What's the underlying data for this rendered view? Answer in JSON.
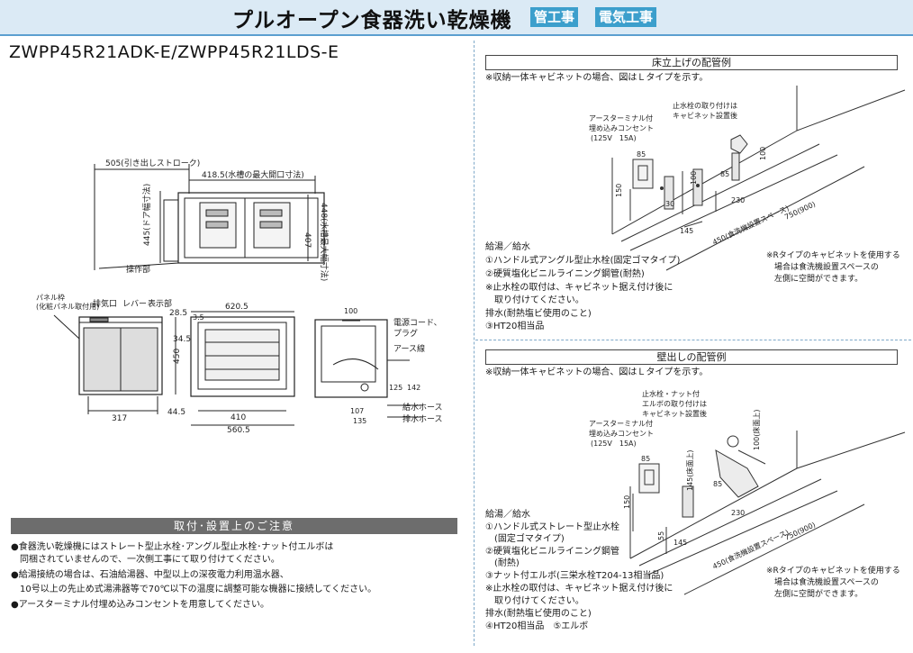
{
  "header": {
    "title": "プルオープン食器洗い乾燥機",
    "badge_plumbing": "管工事",
    "badge_electric": "電気工事"
  },
  "model": "ZWPP45R21ADK-E/ZWPP45R21LDS-E",
  "dimensions": {
    "stroke": "505(引き出しストローク)",
    "tank_opening": "418.5(水槽の最大開口寸法)",
    "door_width": "445(ドア幅寸法)",
    "tank_width": "407",
    "tank_max_width": "448(水槽最大幅寸法)",
    "operation": "操作部",
    "panel_frame": "パネル枠",
    "panel_frame_note": "(化粧パネル取付用)",
    "exhaust": "排気口",
    "lever": "レバー",
    "display": "表示部",
    "h450": "450",
    "w317": "317",
    "w620": "620.5",
    "d28": "28.5",
    "d3": "3.5",
    "d34": "34.5",
    "d44": "44.5",
    "w410": "410",
    "w560": "560.5",
    "w100": "100",
    "power": "電源コード、",
    "plug": "プラグ",
    "earth": "アース線",
    "d125": "125",
    "d142": "142",
    "supply_hose": "給水ホース",
    "drain_hose": "排水ホース",
    "d107": "107",
    "d135": "135"
  },
  "floor_section": {
    "title": "床立上げの配管例",
    "note": "※収納一体キャビネットの場合、図はＬタイプを示す。",
    "outlet_label": [
      "アースターミナル付",
      "埋め込みコンセント",
      "(125V　15A)"
    ],
    "valve_label": [
      "止水栓の取り付けは",
      "キャビネット設置後"
    ],
    "dims": [
      "85",
      "150",
      "30",
      "100",
      "85",
      "100",
      "145",
      "230",
      "450(食洗機設置スペース)",
      "750(900)"
    ],
    "list": [
      "給湯／給水",
      "①ハンドル式アングル型止水栓(固定ゴマタイプ)",
      "②硬質塩化ビニルライニング鋼管(耐熱)",
      "※止水栓の取付は、キャビネット据え付け後に",
      "　取り付けてください。",
      "排水(耐熱塩ビ使用のこと)",
      "③HT20相当品"
    ],
    "side_note": [
      "※Rタイプのキャビネットを使用する",
      "場合は食洗機設置スペースの",
      "左側に空間ができます。"
    ]
  },
  "wall_section": {
    "title": "壁出しの配管例",
    "note": "※収納一体キャビネットの場合、図はＬタイプを示す。",
    "outlet_label": [
      "アースターミナル付",
      "埋め込みコンセント",
      "(125V　15A)"
    ],
    "valve_label": [
      "止水栓・ナット付",
      "エルボの取り付けは",
      "キャビネット設置後"
    ],
    "dims": [
      "85",
      "150",
      "55",
      "145(床面上)",
      "100(床面上)",
      "85",
      "145",
      "230",
      "450(食洗機設置スペース)",
      "750(900)"
    ],
    "list": [
      "給湯／給水",
      "①ハンドル式ストレート型止水栓",
      "　(固定ゴマタイプ)",
      "②硬質塩化ビニルライニング鋼管",
      "　(耐熱)",
      "③ナット付エルボ(三栄水栓T204-13相当品)",
      "※止水栓の取付は、キャビネット据え付け後に",
      "　取り付けてください。",
      "排水(耐熱塩ビ使用のこと)",
      "④HT20相当品　⑤エルボ"
    ],
    "side_note": [
      "※Rタイプのキャビネットを使用する",
      "場合は食洗機設置スペースの",
      "左側に空間ができます。"
    ]
  },
  "caution": {
    "title": "取付･設置上のご注意",
    "lines": [
      "●食器洗い乾燥機にはストレート型止水栓･アングル型止水栓･ナット付エルボは",
      "　同梱されていませんので、一次側工事にて取り付けてください。",
      "●給湯接続の場合は、石油給湯器、中型以上の深夜電力利用温水器、",
      "　10号以上の先止め式湯沸器等で70℃以下の温度に調整可能な機器に接続してください。",
      "●アースターミナル付埋め込みコンセントを用意してください。"
    ]
  }
}
